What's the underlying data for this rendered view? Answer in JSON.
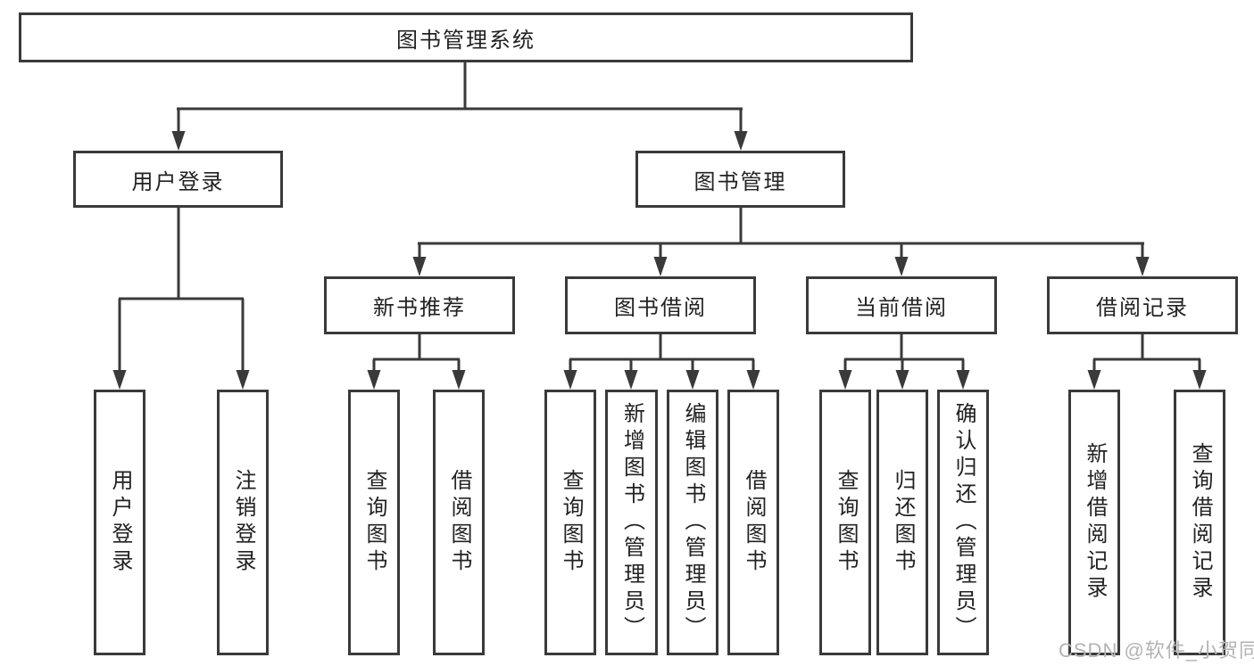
{
  "tree": {
    "root": {
      "label": "图书管理系统"
    },
    "branches": [
      {
        "label": "用户登录",
        "children": [
          "用户登录",
          "注销登录"
        ]
      },
      {
        "label": "图书管理",
        "groups": [
          {
            "label": "新书推荐",
            "children": [
              "查询图书",
              "借阅图书"
            ]
          },
          {
            "label": "图书借阅",
            "children": [
              "查询图书",
              "新增图书（管理员）",
              "编辑图书（管理员）",
              "借阅图书"
            ]
          },
          {
            "label": "当前借阅",
            "children": [
              "查询图书",
              "归还图书",
              "确认归还（管理员）"
            ]
          },
          {
            "label": "借阅记录",
            "children": [
              "新增借阅记录",
              "查询借阅记录"
            ]
          }
        ]
      }
    ]
  },
  "watermark": {
    "text": "CSDN @软件_小贺同学"
  },
  "colors": {
    "line": "#3a3a3a",
    "box_border": "#3a3a3a",
    "text": "#222222",
    "watermark": "#b3b3b3",
    "background": "#ffffff"
  }
}
